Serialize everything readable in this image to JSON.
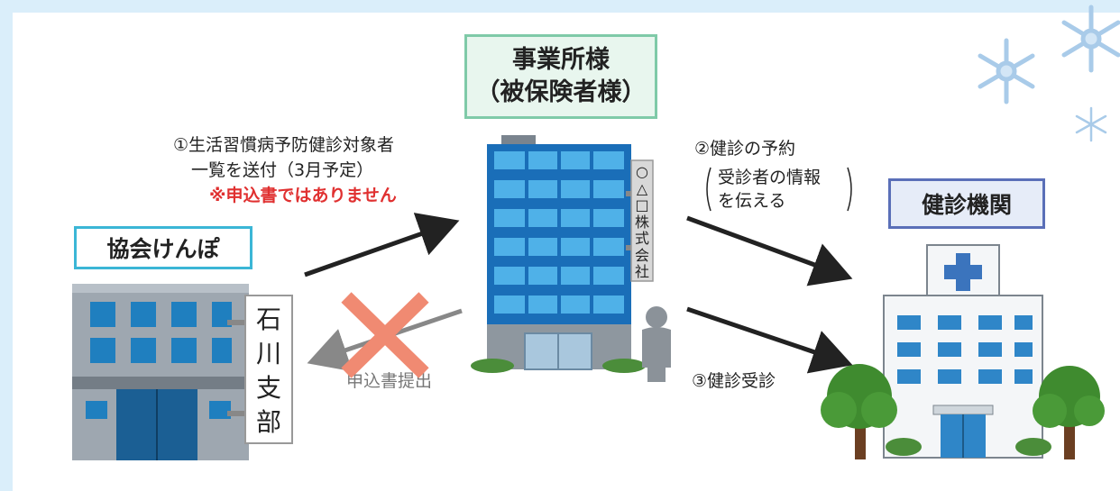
{
  "nodes": {
    "kyokai": {
      "label": "協会けんぽ",
      "sign": [
        "石",
        "川",
        "支",
        "部"
      ]
    },
    "jigyosho": {
      "line1": "事業所様",
      "line2": "（被保険者様）",
      "sign": [
        "○",
        "△",
        "□",
        "株",
        "式",
        "会",
        "社"
      ]
    },
    "kenshin": {
      "label": "健診機関"
    }
  },
  "arrows": {
    "step1": {
      "line1": "①生活習慣病予防健診対象者",
      "line2": "一覧を送付（3月予定）",
      "note": "※申込書ではありません"
    },
    "step2": {
      "line1": "②健診の予約",
      "line2": "受診者の情報",
      "line3": "を伝える"
    },
    "step3": {
      "text": "③健診受診"
    },
    "crossed": {
      "text": "申込書提出"
    }
  },
  "colors": {
    "kyokai_border": "#3bb6d6",
    "jigyosho_border": "#7fcaa8",
    "jigyosho_fill": "#e8f6ee",
    "kenshin_border": "#5a6fb8",
    "kenshin_fill": "#e6ecf8",
    "note_red": "#e03030",
    "cross": "#f08a72"
  }
}
